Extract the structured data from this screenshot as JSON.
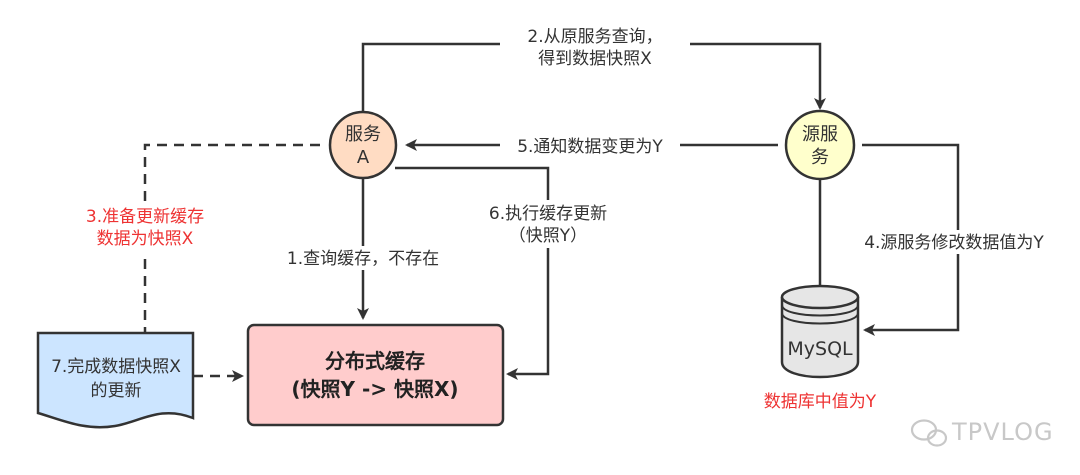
{
  "nodes": {
    "service_a": {
      "line1": "服务",
      "line2": "A"
    },
    "source_service": {
      "line1": "源服",
      "line2": "务"
    },
    "cache": {
      "line1": "分布式缓存",
      "line2": "(快照Y -> 快照X)"
    },
    "database": {
      "label": "MySQL",
      "caption": "数据库中值为Y"
    },
    "document": {
      "line1": "7.完成数据快照X",
      "line2": "的更新"
    }
  },
  "edges": {
    "step1": "1.查询缓存，不存在",
    "step2": {
      "line1": "2.从原服务查询，",
      "line2": "得到数据快照X"
    },
    "step3": {
      "line1": "3.准备更新缓存",
      "line2": "数据为快照X"
    },
    "step4": "4.源服务修改数据值为Y",
    "step5": "5.通知数据变更为Y",
    "step6": {
      "line1": "6.执行缓存更新",
      "line2": "（快照Y）"
    }
  },
  "watermark": "TPVLOG",
  "colors": {
    "service_fill": "#ffdcc3",
    "source_fill": "#ffffcc",
    "cache_fill": "#ffcccc",
    "doc_fill": "#cce5ff",
    "db_fill": "#e6e6e6",
    "red_text": "#ee3333",
    "line": "#333333"
  }
}
